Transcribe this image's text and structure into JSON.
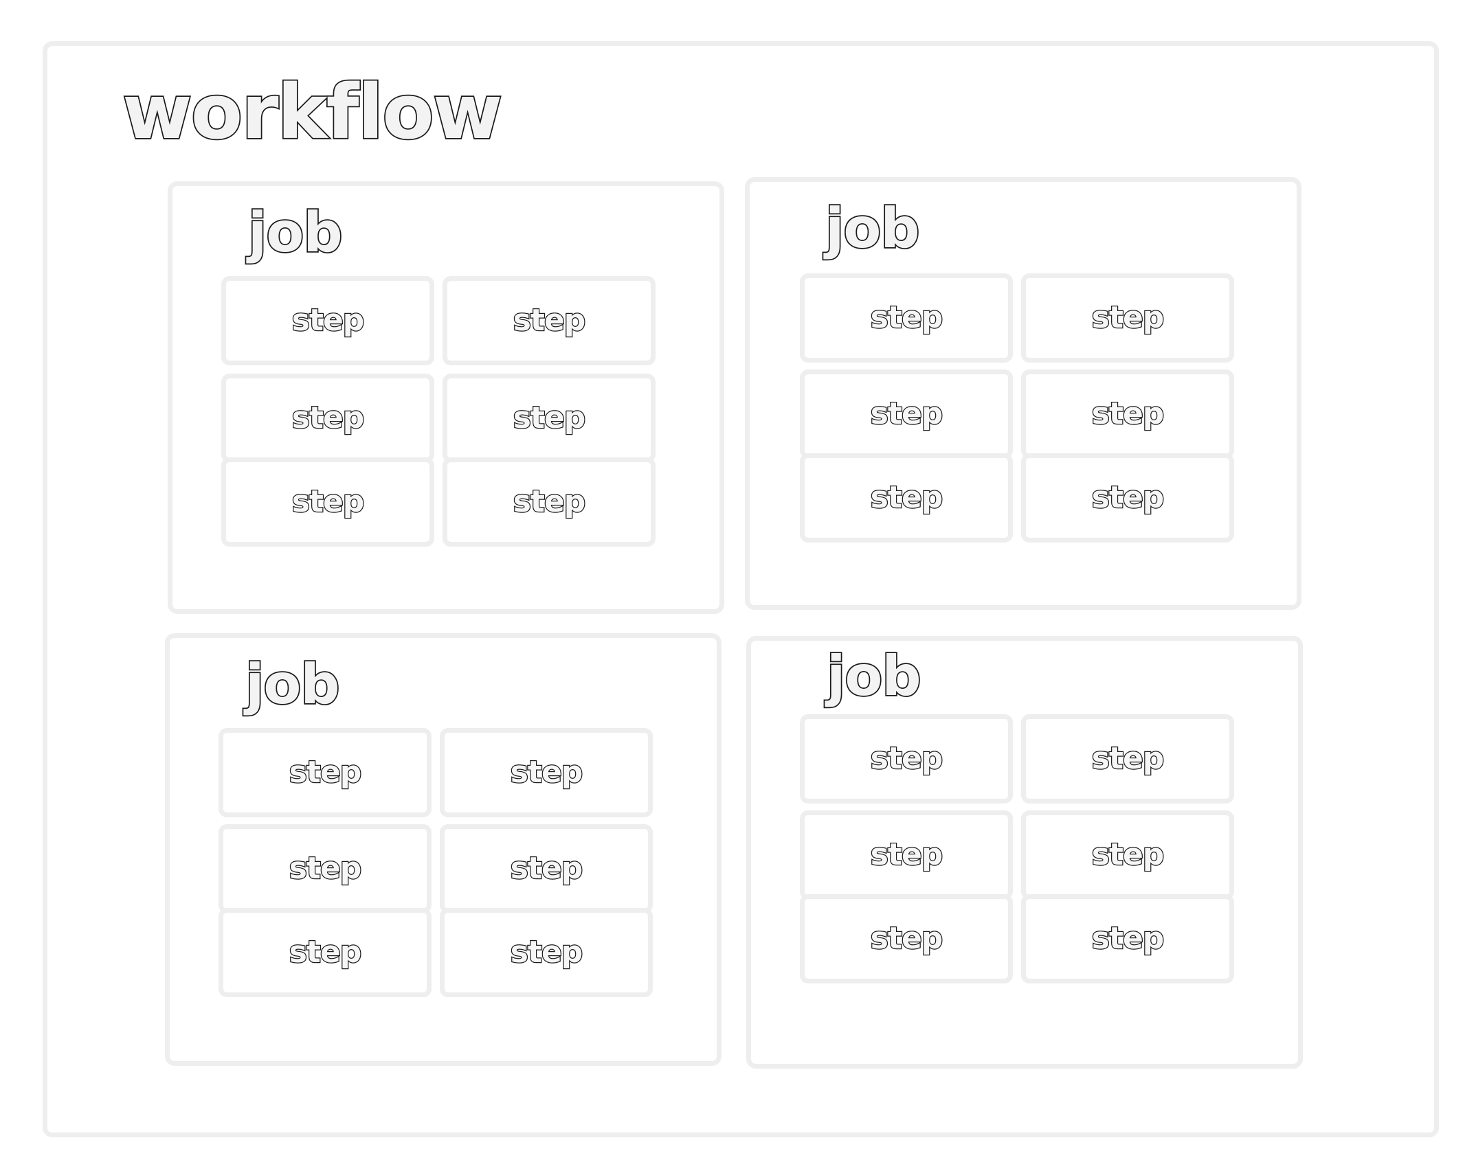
{
  "workflow": {
    "title": "workflow"
  },
  "jobs": [
    {
      "title": "job",
      "steps": [
        "step",
        "step",
        "step",
        "step",
        "step",
        "step"
      ]
    },
    {
      "title": "job",
      "steps": [
        "step",
        "step",
        "step",
        "step",
        "step",
        "step"
      ]
    },
    {
      "title": "job",
      "steps": [
        "step",
        "step",
        "step",
        "step",
        "step",
        "step"
      ]
    },
    {
      "title": "job",
      "steps": [
        "step",
        "step",
        "step",
        "step",
        "step",
        "step"
      ]
    }
  ]
}
